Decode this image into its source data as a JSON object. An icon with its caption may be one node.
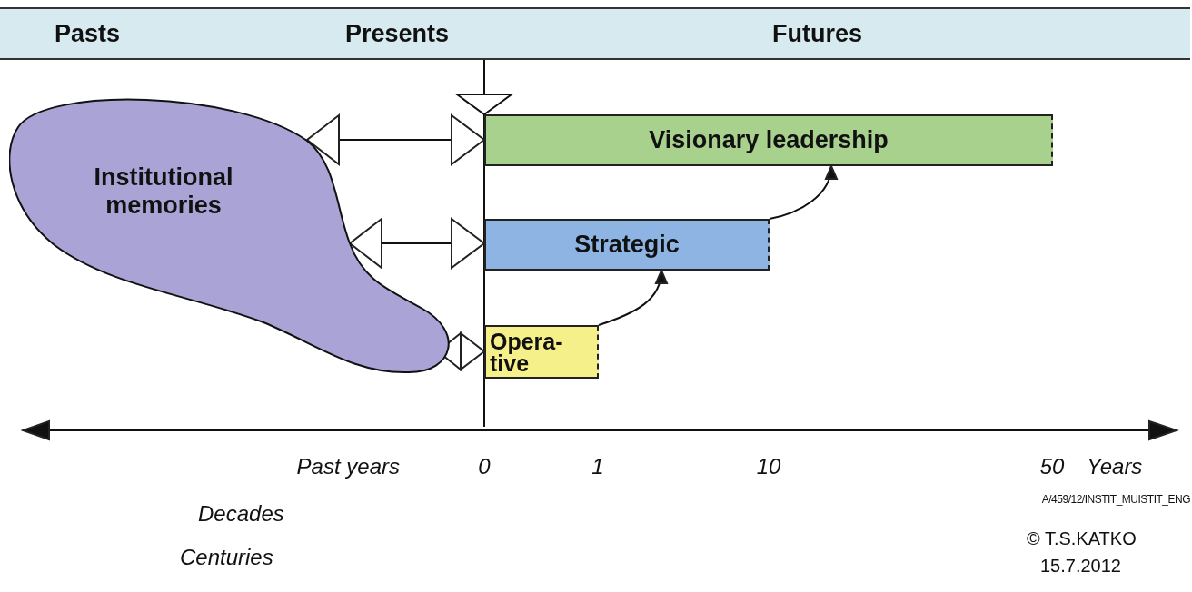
{
  "diagram": {
    "nodes": [
      {
        "text": [
          "Pasts",
          "Presents",
          "Futures"
        ]
      },
      {
        "text": [
          "Institutional memories"
        ]
      },
      {
        "text": [
          "Visionary leadership"
        ]
      },
      {
        "text": [
          "Strategic"
        ]
      },
      {
        "text": [
          "Opera- tive"
        ]
      }
    ],
    "edges": [
      {
        "from": 1,
        "to": 2,
        "arrow": "both"
      },
      {
        "from": 1,
        "to": 3,
        "arrow": "both"
      },
      {
        "from": 1,
        "to": 4,
        "arrow": "both"
      },
      {
        "from": 4,
        "to": 3,
        "arrow": "to"
      },
      {
        "from": 3,
        "to": 2,
        "arrow": "to"
      }
    ],
    "labels": [
      "Past years",
      "0",
      "1",
      "10",
      "50",
      "Years",
      "A/459/12/INSTIT_MUISTIT_ENG",
      "Decades",
      "Centuries",
      "© T.S.KATKO",
      "15.7.2012"
    ]
  }
}
